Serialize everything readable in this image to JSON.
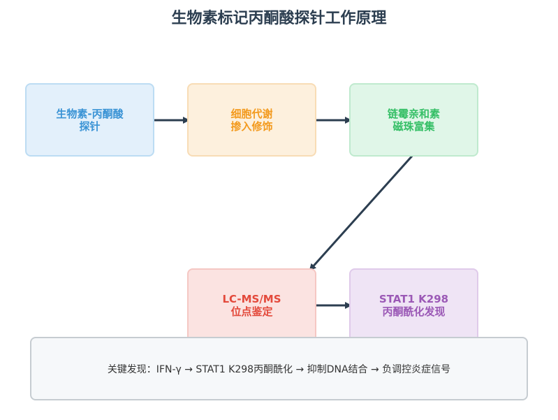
{
  "title": "生物素标记丙酮酸探针工作原理",
  "steps": [
    {
      "line1": "生物素-丙酮酸",
      "line2": "探针"
    },
    {
      "line1": "细胞代谢",
      "line2": "掺入修饰"
    },
    {
      "line1": "链霉亲和素",
      "line2": "磁珠富集"
    },
    {
      "line1": "LC-MS/MS",
      "line2": "位点鉴定"
    },
    {
      "line1": "STAT1 K298",
      "line2": "丙酮酰化发现"
    }
  ],
  "finding": "关键发现：IFN-γ → STAT1 K298丙酮酰化 → 抑制DNA结合 → 负调控炎症信号",
  "colors": {
    "arrow": "#2c3e50",
    "step1": "#3a93d5",
    "step2": "#f39a1e",
    "step3": "#35bf66",
    "step4": "#e3493b",
    "step5": "#9b59b6"
  }
}
